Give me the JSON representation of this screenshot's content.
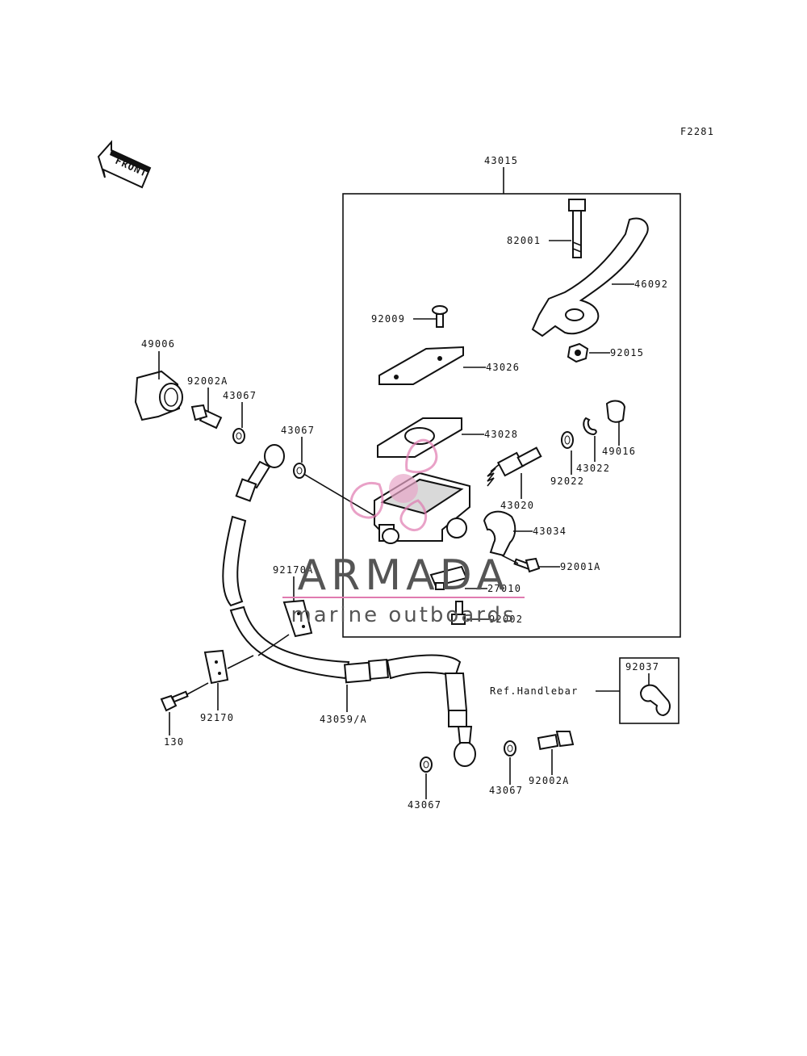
{
  "figure_code": "F2281",
  "front_label": "FRONT",
  "assembly": "43015",
  "ref_handlebar": "Ref.Handlebar",
  "parts": {
    "p82001": "82001",
    "p46092": "46092",
    "p92009": "92009",
    "p92015": "92015",
    "p43026": "43026",
    "p43028": "43028",
    "p49016": "49016",
    "p43022": "43022",
    "p92022": "92022",
    "p43020": "43020",
    "p43034": "43034",
    "p92001A": "92001A",
    "p27010": "27010",
    "p92002": "92002",
    "p49006": "49006",
    "p92002A_top": "92002A",
    "p43067_a": "43067",
    "p43067_b": "43067",
    "p92170A": "92170A",
    "p92170": "92170",
    "p130": "130",
    "p43059A": "43059/A",
    "p92037": "92037",
    "p43067_c": "43067",
    "p43067_d": "43067",
    "p92002A_bottom": "92002A"
  },
  "watermark": {
    "title": "ARMADA",
    "subtitle": "marine outboards"
  }
}
